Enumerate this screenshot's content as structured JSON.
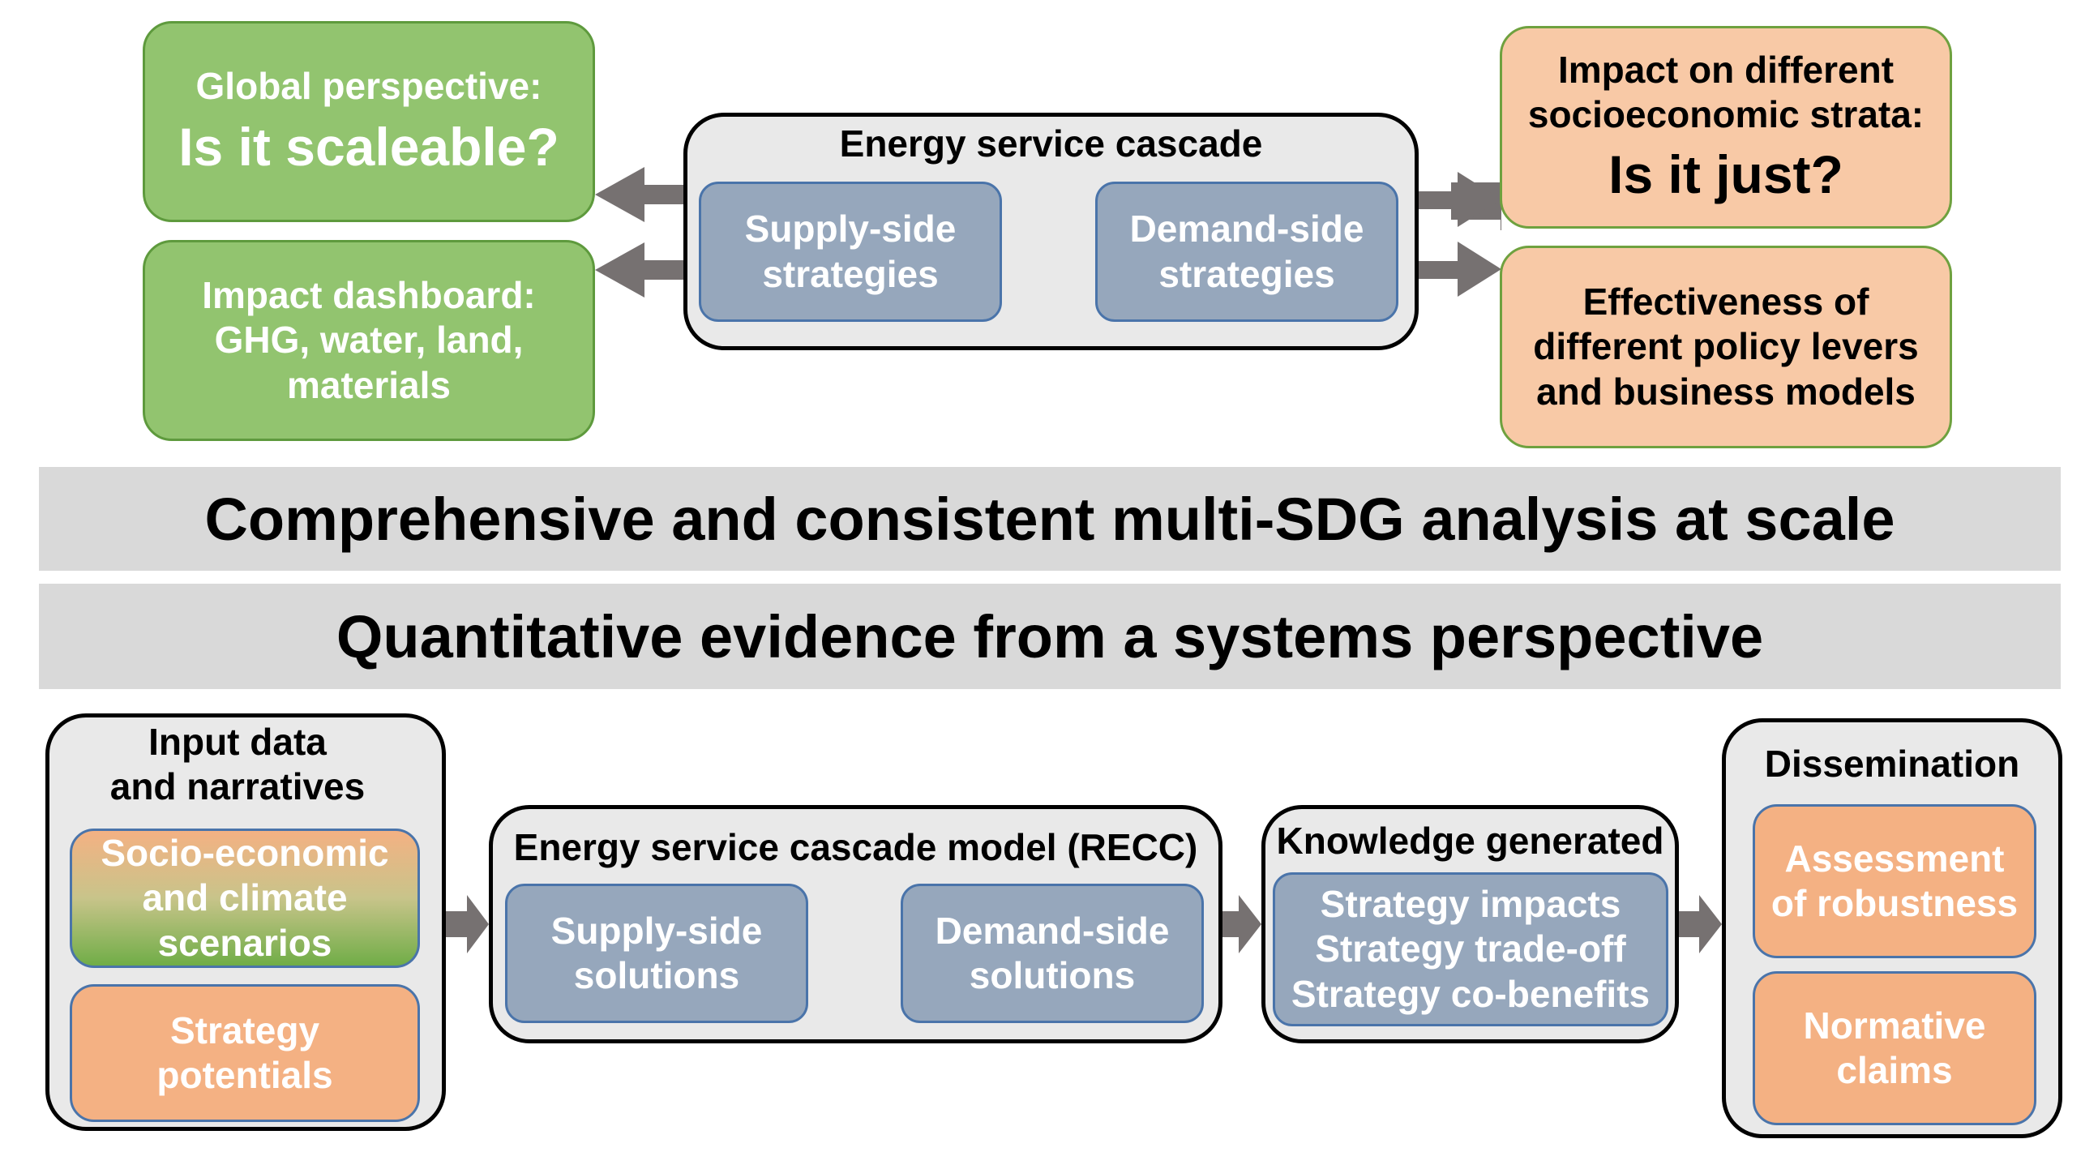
{
  "top": {
    "global_box": {
      "line1": "Global perspective:",
      "line2": "Is it scaleable?"
    },
    "dashboard_box": {
      "line1": "Impact dashboard:",
      "line2": "GHG, water, land,",
      "line3": "materials"
    },
    "cascade": {
      "title": "Energy service cascade",
      "supply": {
        "line1": "Supply-side",
        "line2": "strategies"
      },
      "demand": {
        "line1": "Demand-side",
        "line2": "strategies"
      }
    },
    "impact_box": {
      "line1": "Impact on different",
      "line2": "socioeconomic strata:",
      "line3": "Is it just?"
    },
    "effectiveness_box": {
      "line1": "Effectiveness of",
      "line2": "different policy levers",
      "line3": "and business models"
    }
  },
  "banners": {
    "banner1": "Comprehensive and consistent multi-SDG analysis at scale",
    "banner2": "Quantitative evidence from a systems perspective"
  },
  "bottom": {
    "input": {
      "title_line1": "Input data",
      "title_line2": "and narratives",
      "scenarios": {
        "line1": "Socio-economic",
        "line2": "and climate",
        "line3": "scenarios"
      },
      "potentials": {
        "line1": "Strategy",
        "line2": "potentials"
      }
    },
    "model": {
      "title": "Energy service cascade model (RECC)",
      "supply": {
        "line1": "Supply-side",
        "line2": "solutions"
      },
      "demand": {
        "line1": "Demand-side",
        "line2": "solutions"
      }
    },
    "knowledge": {
      "title": "Knowledge generated",
      "line1": "Strategy impacts",
      "line2": "Strategy trade-off",
      "line3": "Strategy co-benefits"
    },
    "dissemination": {
      "title": "Dissemination",
      "robustness": {
        "line1": "Assessment",
        "line2": "of robustness"
      },
      "normative": {
        "line1": "Normative",
        "line2": "claims"
      }
    }
  },
  "colors": {
    "green_fill": "#92c46f",
    "peach_fill": "#f8c9a6",
    "blue_fill": "#96a7bc",
    "orange_fill": "#f4b183",
    "banner_fill": "#d9d9d9",
    "arrow_fill": "#767171"
  }
}
